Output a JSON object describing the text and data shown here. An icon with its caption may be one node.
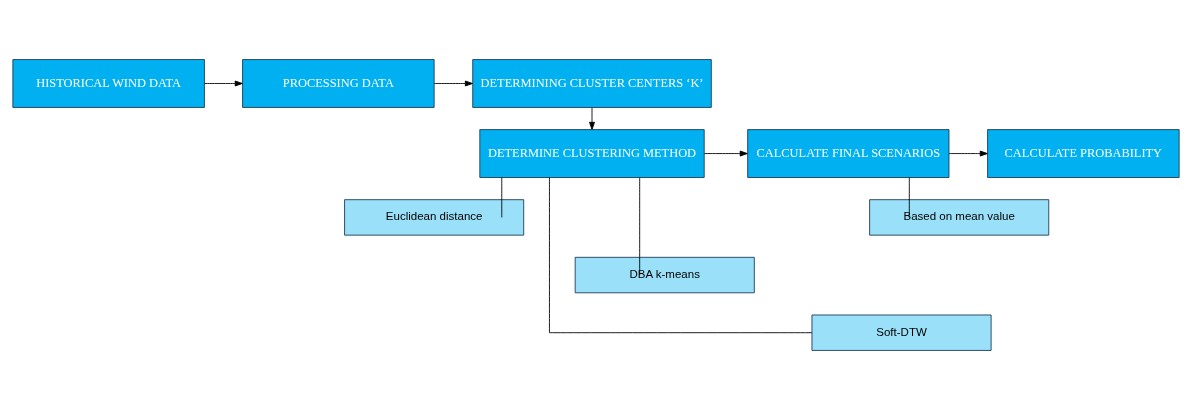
{
  "diagram": {
    "nodes": [
      {
        "text": [
          "HISTORICAL WIND DATA"
        ]
      },
      {
        "text": [
          "PROCESSING DATA"
        ]
      },
      {
        "text": [
          "DETERMINING CLUSTER CENTERS ‘K’"
        ]
      },
      {
        "text": [
          "DETERMINE CLUSTERING METHOD"
        ]
      },
      {
        "text": [
          "CALCULATE FINAL SCENARIOS"
        ]
      },
      {
        "text": [
          "CALCULATE PROBABILITY"
        ]
      },
      {
        "text": [
          "Euclidean distance"
        ]
      },
      {
        "text": [
          "DBA k-means"
        ]
      },
      {
        "text": [
          "Soft-DTW"
        ]
      },
      {
        "text": [
          "Based on mean value"
        ]
      }
    ],
    "edges": [
      {
        "from": 0,
        "to": 1,
        "arrow": "to"
      },
      {
        "from": 1,
        "to": 2,
        "arrow": "to"
      },
      {
        "from": 2,
        "to": 3,
        "arrow": "to"
      },
      {
        "from": 3,
        "to": 4,
        "arrow": "to"
      },
      {
        "from": 4,
        "to": 5,
        "arrow": "to"
      },
      {
        "from": 3,
        "to": 6,
        "arrow": "none"
      },
      {
        "from": 3,
        "to": 7,
        "arrow": "none"
      },
      {
        "from": 3,
        "to": 8,
        "arrow": "none"
      },
      {
        "from": 4,
        "to": 9,
        "arrow": "none"
      }
    ]
  }
}
